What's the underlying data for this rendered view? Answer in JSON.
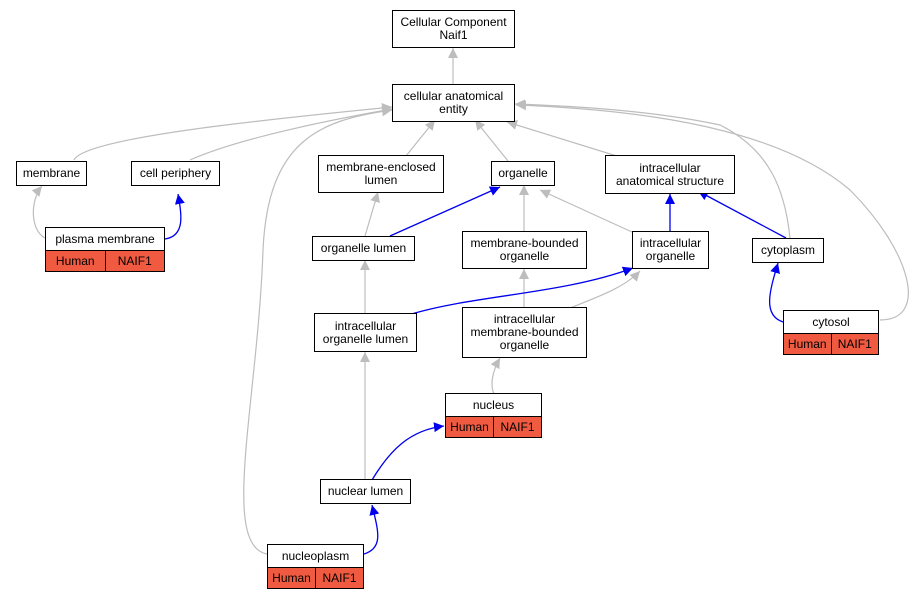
{
  "nodes": {
    "root": "Cellular Component\nNaif1",
    "cae": "cellular anatomical\nentity",
    "membrane": "membrane",
    "cell_periphery": "cell periphery",
    "mel": "membrane-enclosed\nlumen",
    "organelle": "organelle",
    "ias": "intracellular\nanatomical structure",
    "plasma_membrane": "plasma membrane",
    "organelle_lumen": "organelle lumen",
    "mbo": "membrane-bounded\norganelle",
    "io": "intracellular\norganelle",
    "cytoplasm": "cytoplasm",
    "iol": "intracellular\norganelle lumen",
    "imbo": "intracellular\nmembrane-bounded\norganelle",
    "cytosol": "cytosol",
    "nucleus": "nucleus",
    "nuclear_lumen": "nuclear lumen",
    "nucleoplasm": "nucleoplasm"
  },
  "annotation": {
    "species": "Human",
    "gene": "NAIF1"
  },
  "colors": {
    "is_a_edge": "#bdbdbd",
    "part_of_edge": "#0000ee",
    "annotation_fill": "#f05a40"
  }
}
